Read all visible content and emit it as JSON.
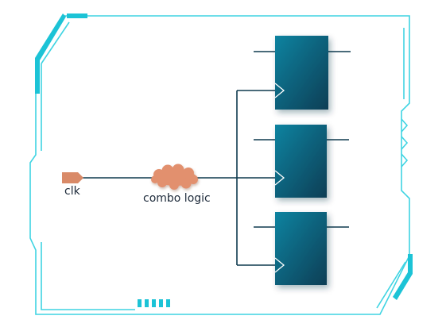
{
  "diagram": {
    "clock_label": "clk",
    "logic_label": "combo logic",
    "flip_flop_count": 3
  },
  "colors": {
    "frame": "#3fd4e2",
    "frame_accent": "#1cc3d6",
    "wire": "#0e3a4e",
    "flip_flop_light": "#0a7f97",
    "flip_flop_dark": "#0a3f55",
    "clock_port": "#d98a68",
    "cloud": "#e2906e"
  }
}
